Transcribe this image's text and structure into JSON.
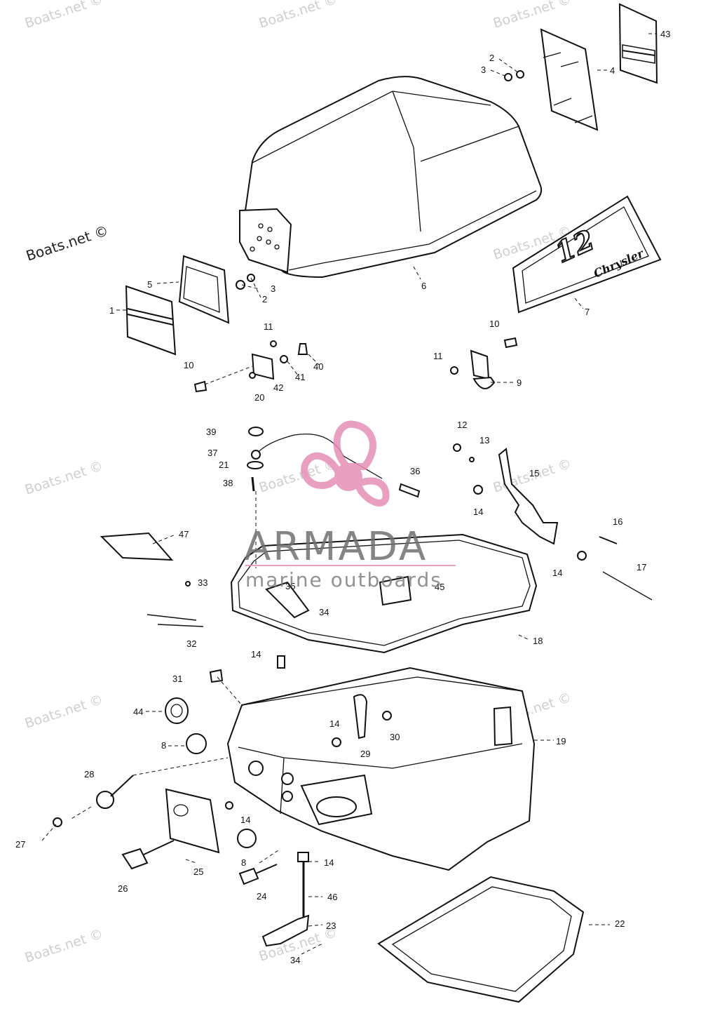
{
  "watermark": "Boats.net ©",
  "brand": {
    "name": "ARMADA",
    "tagline": "marine outboards",
    "colors": {
      "logo_pink": "#e58fb6",
      "text_gray": "#707070"
    }
  },
  "decal": {
    "number": "12",
    "maker": "Chrysler"
  },
  "callouts": [
    "1",
    "2",
    "3",
    "4",
    "5",
    "6",
    "7",
    "8",
    "9",
    "10",
    "11",
    "12",
    "13",
    "14",
    "15",
    "16",
    "17",
    "18",
    "19",
    "20",
    "21",
    "22",
    "23",
    "24",
    "25",
    "26",
    "27",
    "28",
    "29",
    "30",
    "31",
    "32",
    "33",
    "34",
    "35",
    "36",
    "37",
    "38",
    "39",
    "40",
    "41",
    "42",
    "43",
    "44",
    "45",
    "46",
    "47"
  ]
}
